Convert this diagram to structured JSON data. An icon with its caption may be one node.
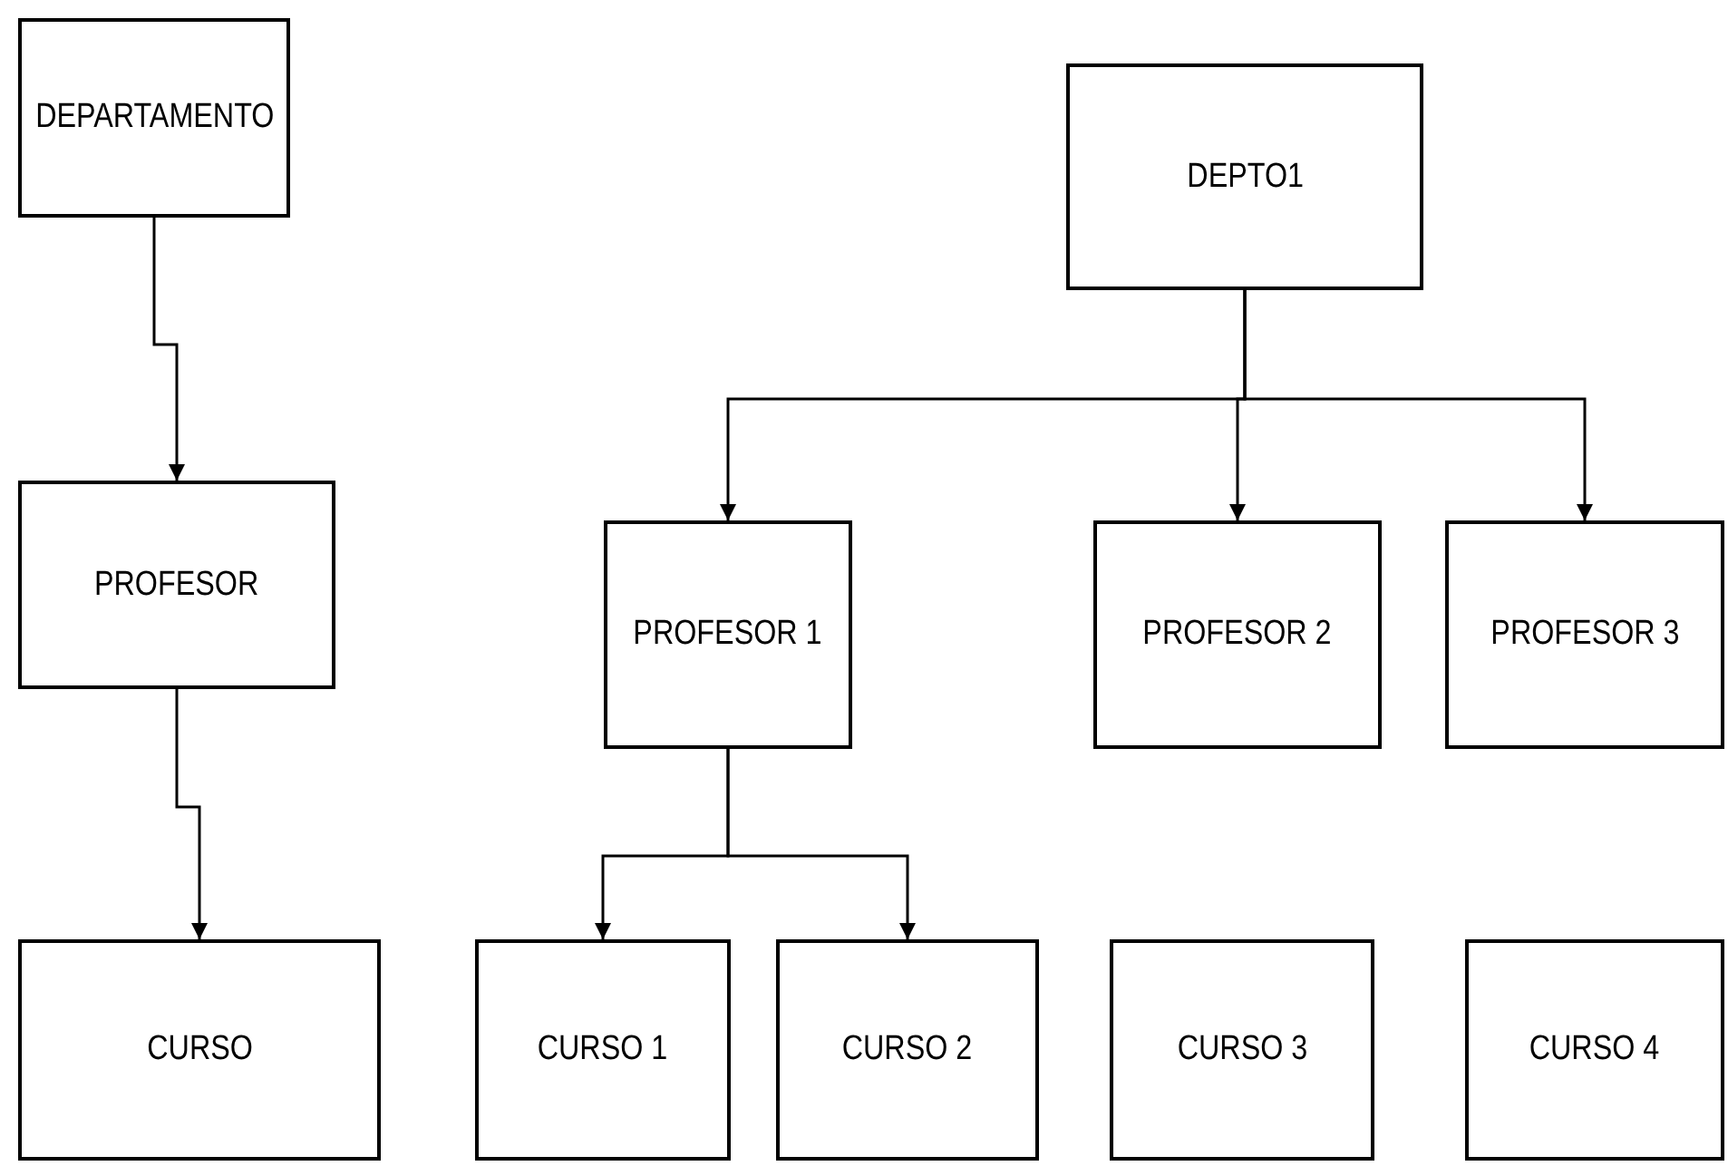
{
  "diagram": {
    "nodes": [
      {
        "text": [
          "DEPARTAMENTO"
        ]
      },
      {
        "text": [
          "PROFESOR"
        ]
      },
      {
        "text": [
          "CURSO"
        ]
      },
      {
        "text": [
          "DEPTO1"
        ]
      },
      {
        "text": [
          "PROFESOR 1"
        ]
      },
      {
        "text": [
          "PROFESOR 2"
        ]
      },
      {
        "text": [
          "PROFESOR 3"
        ]
      },
      {
        "text": [
          "CURSO 1"
        ]
      },
      {
        "text": [
          "CURSO 2"
        ]
      },
      {
        "text": [
          "CURSO 3"
        ]
      },
      {
        "text": [
          "CURSO 4"
        ]
      }
    ],
    "edges": [
      {
        "from": 0,
        "to": 1,
        "arrow": "to"
      },
      {
        "from": 1,
        "to": 2,
        "arrow": "to"
      },
      {
        "from": 3,
        "to": 4,
        "arrow": "to"
      },
      {
        "from": 3,
        "to": 5,
        "arrow": "to"
      },
      {
        "from": 3,
        "to": 6,
        "arrow": "to"
      },
      {
        "from": 4,
        "to": 7,
        "arrow": "to"
      },
      {
        "from": 4,
        "to": 8,
        "arrow": "to"
      }
    ]
  }
}
